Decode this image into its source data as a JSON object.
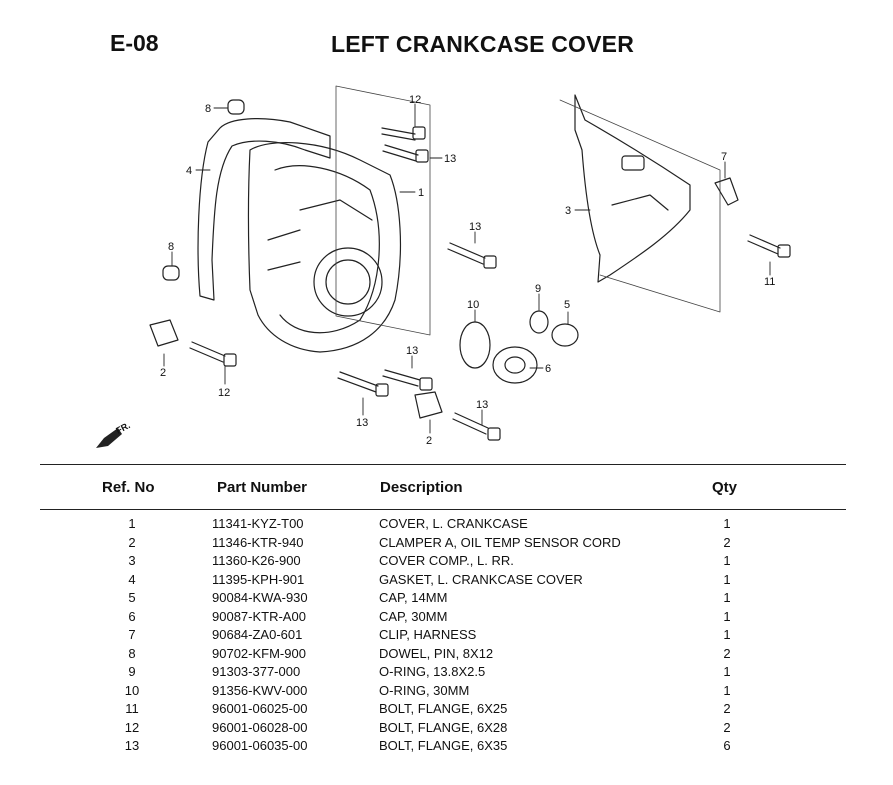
{
  "header": {
    "code": "E-08",
    "title": "LEFT CRANKCASE COVER"
  },
  "diagram": {
    "callouts": [
      "8",
      "12",
      "13",
      "4",
      "1",
      "3",
      "7",
      "13",
      "8",
      "11",
      "10",
      "9",
      "5",
      "6",
      "2",
      "12",
      "13",
      "13",
      "2",
      "13"
    ],
    "fr_label": "FR."
  },
  "table": {
    "headers": {
      "ref": "Ref. No",
      "part": "Part Number",
      "desc": "Description",
      "qty": "Qty"
    },
    "rows": [
      {
        "ref": "1",
        "part": "11341-KYZ-T00",
        "desc": "COVER, L. CRANKCASE",
        "qty": "1"
      },
      {
        "ref": "2",
        "part": "11346-KTR-940",
        "desc": "CLAMPER A, OIL TEMP SENSOR CORD",
        "qty": "2"
      },
      {
        "ref": "3",
        "part": "11360-K26-900",
        "desc": "COVER COMP., L. RR.",
        "qty": "1"
      },
      {
        "ref": "4",
        "part": "11395-KPH-901",
        "desc": "GASKET, L. CRANKCASE COVER",
        "qty": "1"
      },
      {
        "ref": "5",
        "part": "90084-KWA-930",
        "desc": "CAP, 14MM",
        "qty": "1"
      },
      {
        "ref": "6",
        "part": "90087-KTR-A00",
        "desc": "CAP, 30MM",
        "qty": "1"
      },
      {
        "ref": "7",
        "part": "90684-ZA0-601",
        "desc": "CLIP, HARNESS",
        "qty": "1"
      },
      {
        "ref": "8",
        "part": "90702-KFM-900",
        "desc": "DOWEL, PIN, 8X12",
        "qty": "2"
      },
      {
        "ref": "9",
        "part": "91303-377-000",
        "desc": "O-RING, 13.8X2.5",
        "qty": "1"
      },
      {
        "ref": "10",
        "part": "91356-KWV-000",
        "desc": "O-RING, 30MM",
        "qty": "1"
      },
      {
        "ref": "11",
        "part": "96001-06025-00",
        "desc": "BOLT, FLANGE, 6X25",
        "qty": "2"
      },
      {
        "ref": "12",
        "part": "96001-06028-00",
        "desc": "BOLT, FLANGE, 6X28",
        "qty": "2"
      },
      {
        "ref": "13",
        "part": "96001-06035-00",
        "desc": "BOLT, FLANGE, 6X35",
        "qty": "6"
      }
    ]
  }
}
